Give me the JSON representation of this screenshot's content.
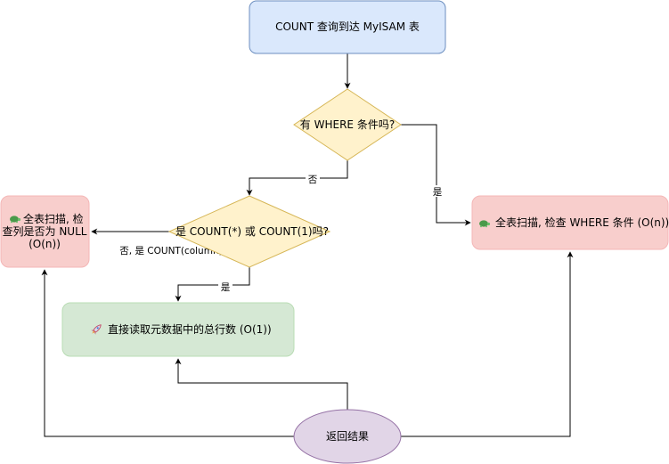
{
  "diagram": {
    "nodes": {
      "start": {
        "text": "COUNT 查询到达 MyISAM 表",
        "fill": "#dae8fc",
        "stroke": "#6c8ebf"
      },
      "where_check": {
        "text": "有 WHERE 条件吗?",
        "fill": "#fff2cc",
        "stroke": "#d6b656"
      },
      "count_check": {
        "text": "是 COUNT(*) 或 COUNT(1)吗?",
        "fill": "#fff2cc",
        "stroke": "#d6b656"
      },
      "scan_null": {
        "lines": [
          "全表扫描, 检",
          "查列是否为 NULL",
          "(O(n))"
        ],
        "icon": "turtle-icon",
        "fill": "#f8cecc",
        "stroke": "#f4b6b6"
      },
      "scan_where": {
        "text": "全表扫描, 检查 WHERE 条件 (O(n))",
        "icon": "turtle-icon",
        "fill": "#f8cecc",
        "stroke": "#f4b6b6"
      },
      "metadata_read": {
        "text": "直接读取元数据中的总行数 (O(1))",
        "icon": "rocket-icon",
        "fill": "#d5e8d4",
        "stroke": "#b9dcb4"
      },
      "result": {
        "text": "返回结果",
        "fill": "#e1d5e7",
        "stroke": "#9673a6"
      }
    },
    "edge_labels": {
      "where_no": "否",
      "where_yes": "是",
      "count_no": "否, 是 COUNT(column)",
      "count_yes": "是"
    }
  }
}
